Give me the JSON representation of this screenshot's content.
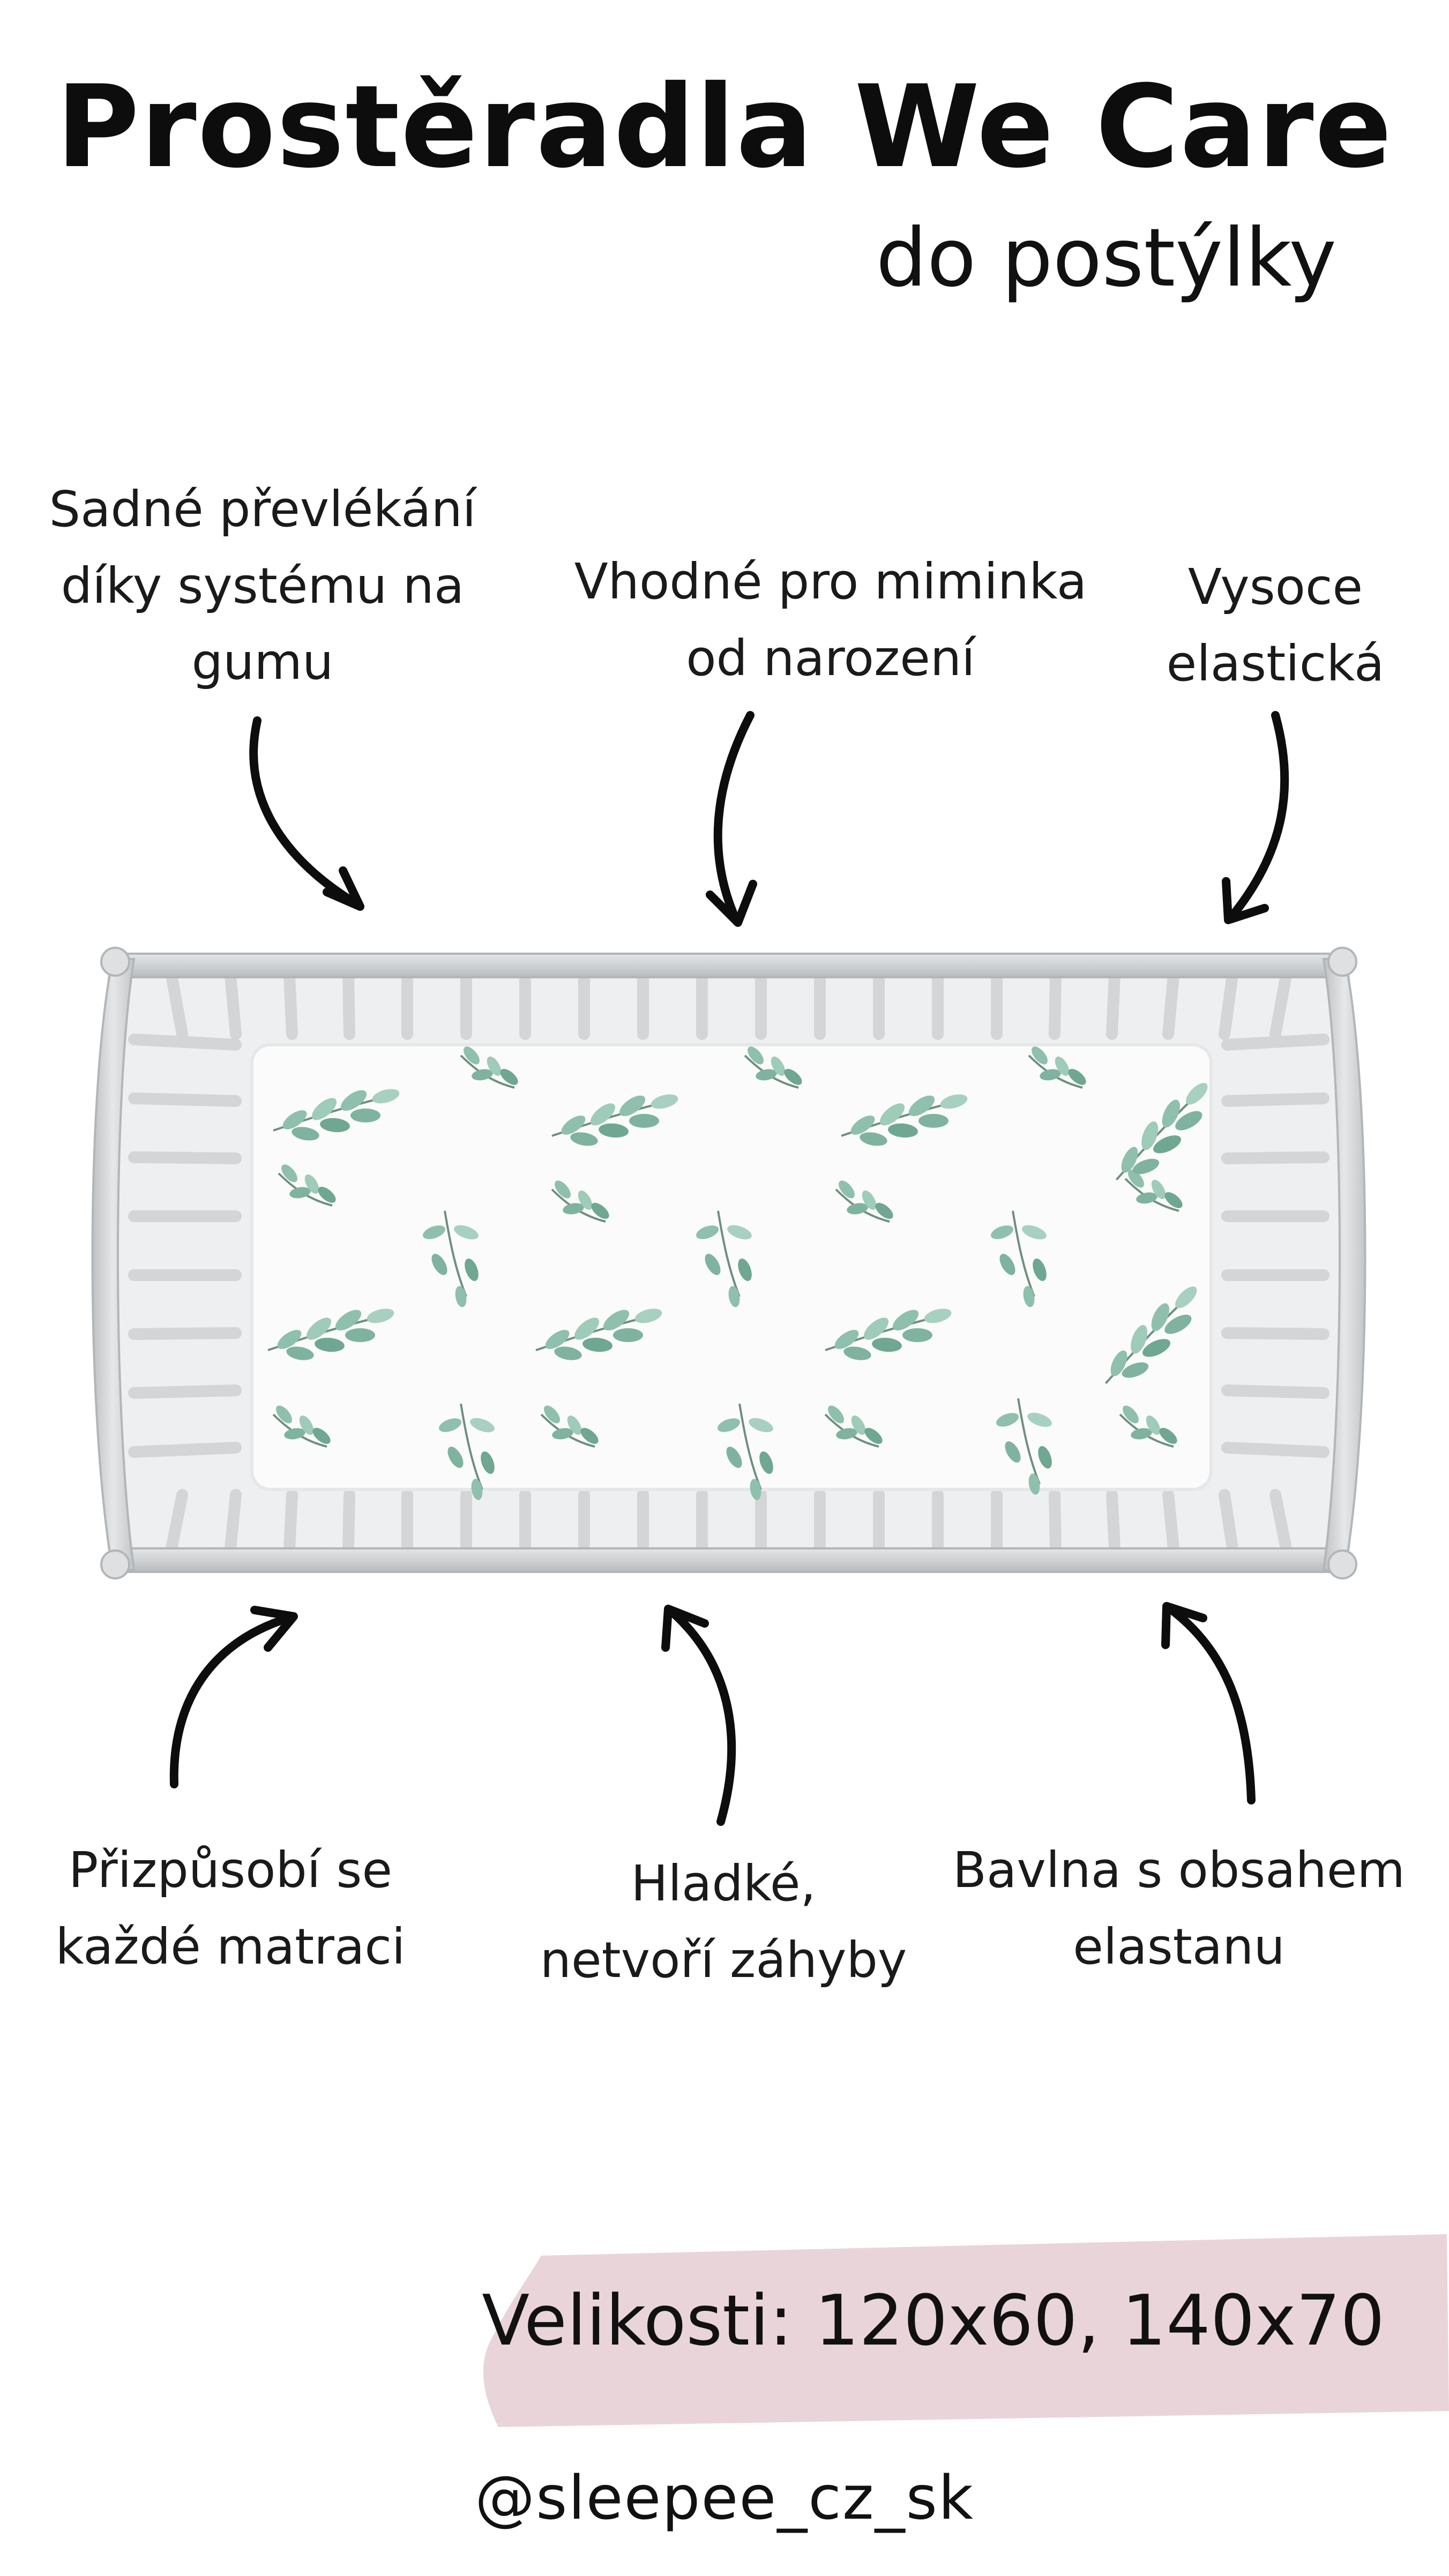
{
  "title": "Prostěradla We Care",
  "subtitle": "do postýlky",
  "features": {
    "top_left": [
      "Sadné převlékání",
      "díky systému na",
      "gumu"
    ],
    "top_center": [
      "Vhodné pro miminka",
      "od narození"
    ],
    "top_right": [
      "Vysoce",
      "elastická"
    ],
    "bottom_left": [
      "Přizpůsobí se",
      "každé matraci"
    ],
    "bottom_center": [
      "Hladké,",
      "netvoří záhyby"
    ],
    "bottom_right": [
      "Bavlna s obsahem",
      "elastanu"
    ]
  },
  "sizes": "Velikosti: 120x60, 140x70",
  "handle": "@sleepee_cz_sk",
  "colors": {
    "text": "#111111",
    "crib_frame": "#c9cbcd",
    "sheet": "#fbfbfb",
    "leaf": "#7fb3a0",
    "size_band": "#e9d5d9"
  },
  "icons": [
    "arrow-icon",
    "crib-image",
    "eucalyptus-leaf-pattern"
  ]
}
